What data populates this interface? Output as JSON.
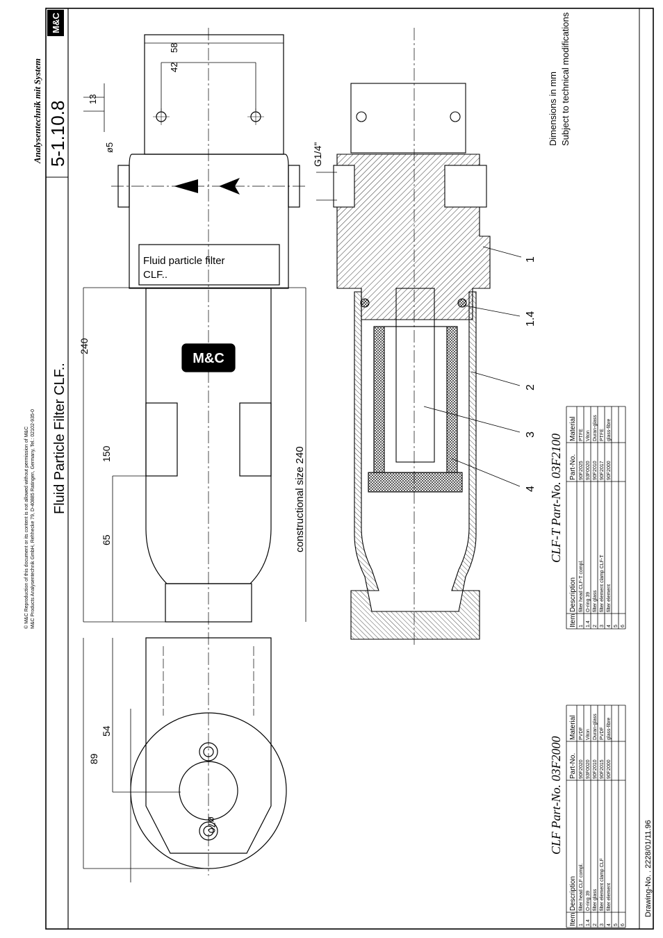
{
  "header": {
    "brand_tagline": "Analysentechnik mit System",
    "logo_text": "M&C",
    "sheet_number": "5-1.10.8",
    "title": "Fluid Particle Filter CLF..",
    "copyright_line1": "© M&C  Reproduction of this document or its content is not allowed without permission of M&C",
    "copyright_line2": "M&C Products Analysentechnik GmbH, Rehhecke 79, D-40885 Ratingen, Germany, Tel.: 02102-935-0"
  },
  "drawing": {
    "label_box_line1": "Fluid particle filter",
    "label_box_line2": "CLF..",
    "body_logo": "M&C",
    "constructional_size": "constructional size 240",
    "dims": {
      "d58": "58",
      "d42": "42",
      "d13": "13",
      "d5": "ø5",
      "d240": "240",
      "d150": "150",
      "d65": "65",
      "d89": "89",
      "d54": "54",
      "d70": "ø70",
      "g14": "G1/4\""
    },
    "callouts": [
      "1",
      "1.4",
      "2",
      "3",
      "4"
    ]
  },
  "notes": {
    "line1": "Dimensions in mm",
    "line2": "Subject to technical modifications"
  },
  "tables": {
    "headers": [
      "Item",
      "Description",
      "Part-No.",
      "Material"
    ],
    "clft": {
      "title": "CLF-T Part-No. 03F2100",
      "rows": [
        [
          "1",
          "filter head CLF-T compl.",
          "90F2025",
          "PTFE"
        ],
        [
          "1.4",
          "O-ring 39",
          "93F0020",
          "Viton"
        ],
        [
          "2",
          "filter glass",
          "90F2010",
          "Duran-glass"
        ],
        [
          "3",
          "filter element clamp CLF-T",
          "90F2017",
          "PTFE"
        ],
        [
          "4",
          "filter element",
          "90F2000",
          "glass-fibre"
        ],
        [
          "5",
          "",
          "",
          ""
        ],
        [
          "6",
          "",
          "",
          ""
        ]
      ]
    },
    "clf": {
      "title": "CLF Part-No. 03F2000",
      "rows": [
        [
          "1",
          "filter head CLF compl.",
          "90F2020",
          "PVDF"
        ],
        [
          "1.4",
          "O-ring 39",
          "93F0020",
          "Viton"
        ],
        [
          "2",
          "filter glass",
          "90F2010",
          "Duran-glass"
        ],
        [
          "3",
          "filter element clamp CLF",
          "90F2015",
          "PVDF"
        ],
        [
          "4",
          "filter element",
          "90F2000",
          "glass-fibre"
        ],
        [
          "5",
          "",
          "",
          ""
        ],
        [
          "6",
          "",
          "",
          ""
        ]
      ]
    }
  },
  "footer": {
    "drawing_no": "Drawing-No. . 2228/01/11.96"
  }
}
